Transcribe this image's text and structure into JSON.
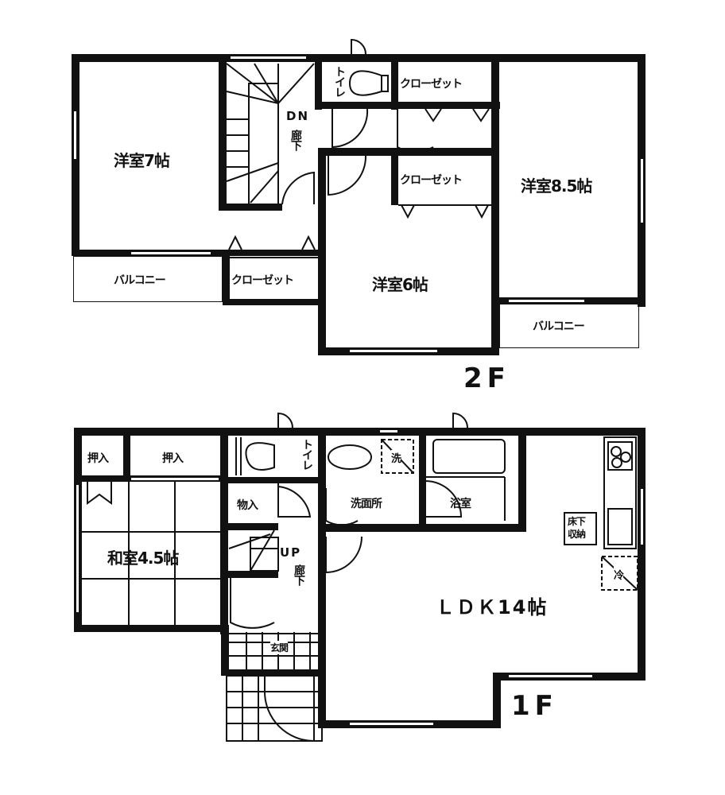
{
  "floor_2f": {
    "floor_label": "2F",
    "rooms": {
      "western_7": "洋室7帖",
      "western_8_5": "洋室8.5帖",
      "western_6": "洋室6帖",
      "closet_top": "クローゼット",
      "closet_mid": "クローゼット",
      "closet_left": "クローゼット",
      "balcony_left": "バルコニー",
      "balcony_right": "バルコニー",
      "toilet": "トイレ",
      "hallway": "廊下",
      "stairs_dir": "DN"
    }
  },
  "floor_1f": {
    "floor_label": "1F",
    "rooms": {
      "japanese_4_5": "和室4.5帖",
      "oshiire_1": "押入",
      "oshiire_2": "押入",
      "storage": "物入",
      "toilet": "トイレ",
      "washroom": "洗面所",
      "bathroom": "浴室",
      "ldk": "ＬＤＫ14帖",
      "hallway": "廊下",
      "stairs_dir": "UP",
      "entrance": "玄関",
      "underfloor_storage": "床下\n収納",
      "washer_mark": "洗",
      "fridge_mark": "冷"
    }
  }
}
